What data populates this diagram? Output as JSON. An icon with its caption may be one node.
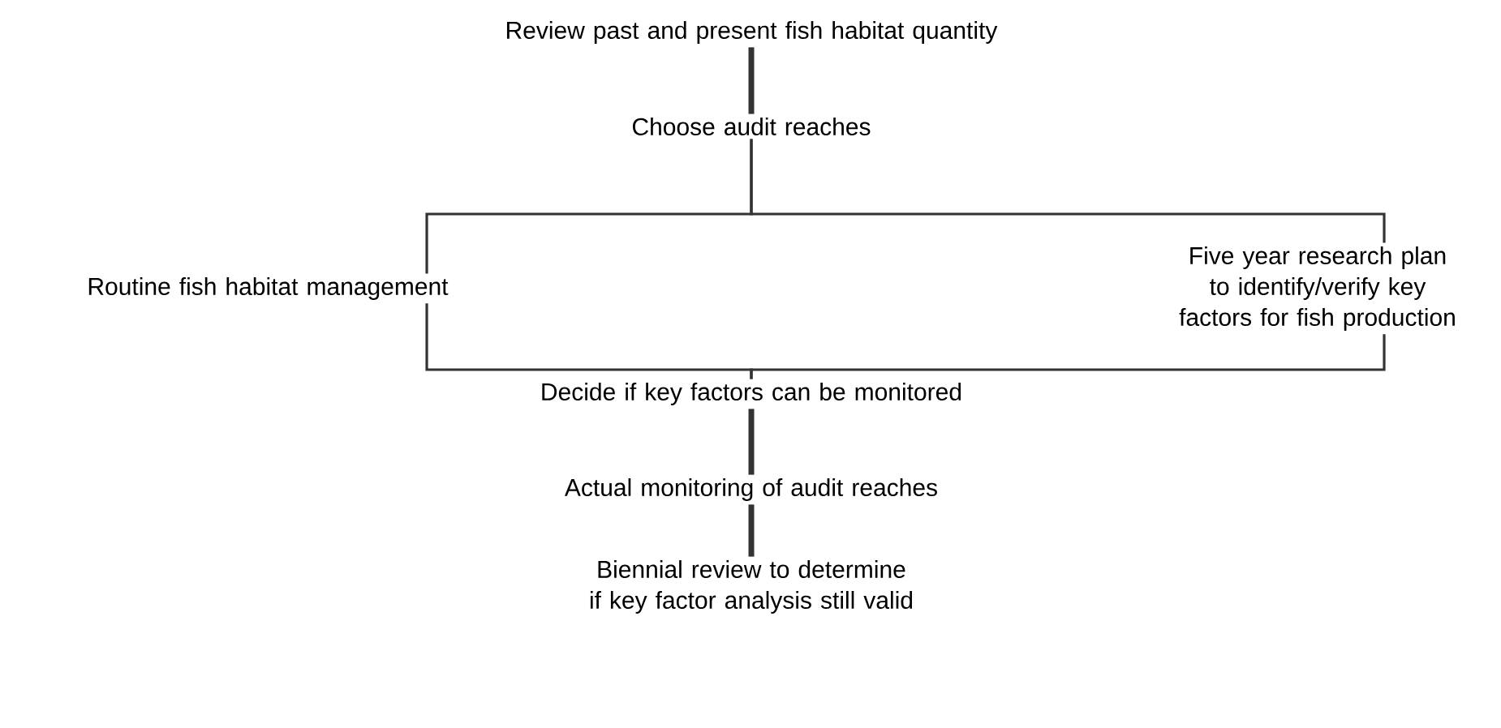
{
  "diagram": {
    "nodes": [
      {
        "text": [
          "Review past and present fish habitat quantity"
        ]
      },
      {
        "text": [
          "Choose audit reaches"
        ]
      },
      {
        "text": [
          "Routine fish habitat management"
        ]
      },
      {
        "text": [
          "Five year research plan to identify/verify key factors for fish production"
        ]
      },
      {
        "text": [
          "Decide if key factors can be monitored"
        ]
      },
      {
        "text": [
          "Actual monitoring of audit reaches"
        ]
      },
      {
        "text": [
          "Biennial review to determine if key factor analysis still valid"
        ]
      }
    ],
    "edges": [
      {
        "from": 0,
        "to": 1,
        "arrow": "none",
        "style": "thick"
      },
      {
        "from": 1,
        "to": 2,
        "arrow": "none"
      },
      {
        "from": 1,
        "to": 3,
        "arrow": "none"
      },
      {
        "from": 2,
        "to": 4,
        "arrow": "none"
      },
      {
        "from": 3,
        "to": 4,
        "arrow": "none"
      },
      {
        "from": 4,
        "to": 5,
        "arrow": "none",
        "style": "thick"
      },
      {
        "from": 5,
        "to": 6,
        "arrow": "none",
        "style": "thick"
      }
    ]
  }
}
